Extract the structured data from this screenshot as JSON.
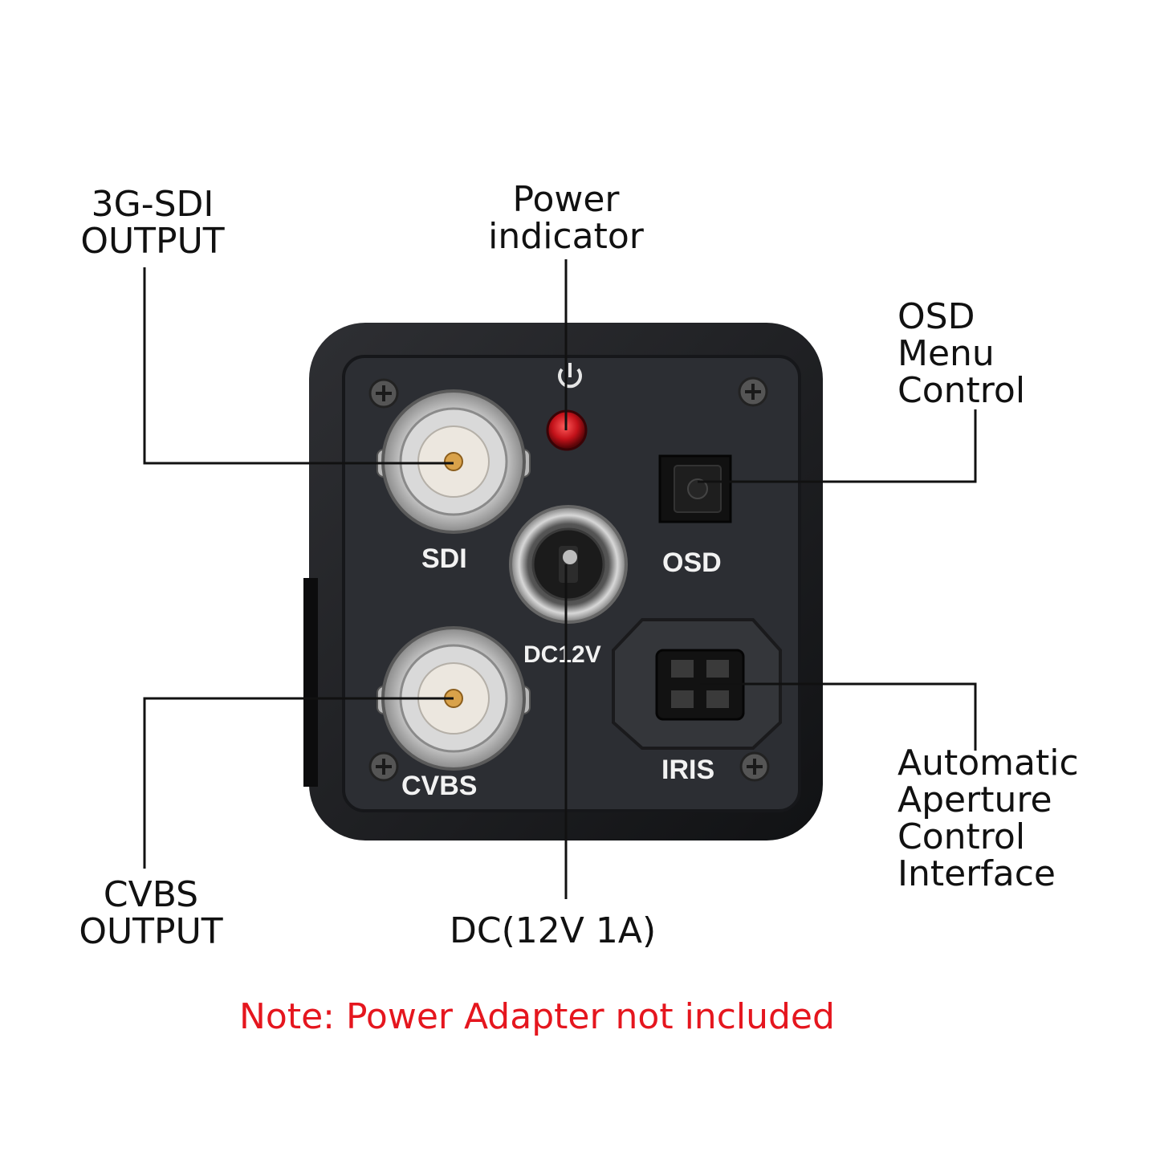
{
  "callouts": {
    "sdi_output": [
      "3G-SDI",
      "OUTPUT"
    ],
    "power_indicator": [
      "Power",
      "indicator"
    ],
    "osd_menu": [
      "OSD",
      "Menu",
      "Control"
    ],
    "cvbs_output": [
      "CVBS",
      "OUTPUT"
    ],
    "dc_power": "DC(12V 1A)",
    "iris_interface": [
      "Automatic",
      "Aperture",
      "Control",
      "Interface"
    ]
  },
  "panel_labels": {
    "sdi": "SDI",
    "osd": "OSD",
    "dc": "DC12V",
    "cvbs": "CVBS",
    "iris": "IRIS"
  },
  "note": {
    "text": "Note: Power Adapter not included",
    "color": "#e5161e"
  },
  "colors": {
    "housing": "#1a1a1c",
    "panel": "#2b2d31",
    "led": "#c4121a",
    "leader_line": "#111111"
  }
}
